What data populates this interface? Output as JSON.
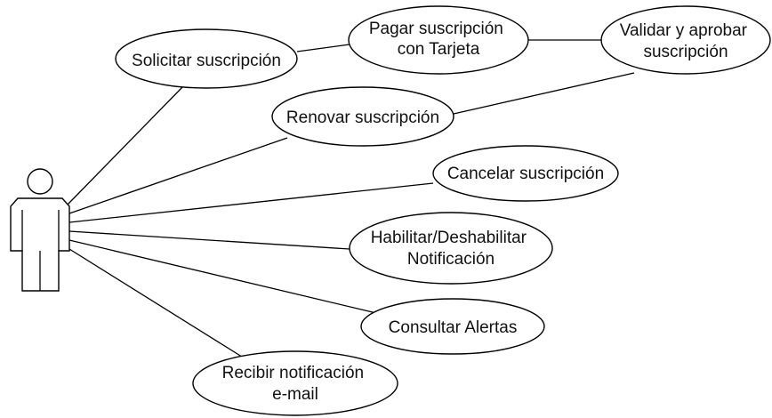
{
  "diagram": {
    "type": "use-case",
    "actor": {
      "label": ""
    },
    "use_cases": [
      {
        "id": "solicitar",
        "lines": [
          "Solicitar suscripción"
        ]
      },
      {
        "id": "pagar",
        "lines": [
          "Pagar suscripción",
          "con Tarjeta"
        ]
      },
      {
        "id": "validar",
        "lines": [
          "Validar y aprobar",
          "suscripción"
        ]
      },
      {
        "id": "renovar",
        "lines": [
          "Renovar suscripción"
        ]
      },
      {
        "id": "cancelar",
        "lines": [
          "Cancelar suscripción"
        ]
      },
      {
        "id": "habilitar",
        "lines": [
          "Habilitar/Deshabilitar",
          "Notificación"
        ]
      },
      {
        "id": "consultar",
        "lines": [
          "Consultar Alertas"
        ]
      },
      {
        "id": "recibir",
        "lines": [
          "Recibir notificación",
          "e-mail"
        ]
      }
    ],
    "associations": [
      {
        "from": "actor",
        "to": "solicitar"
      },
      {
        "from": "actor",
        "to": "renovar"
      },
      {
        "from": "actor",
        "to": "cancelar"
      },
      {
        "from": "actor",
        "to": "habilitar"
      },
      {
        "from": "actor",
        "to": "consultar"
      },
      {
        "from": "actor",
        "to": "recibir"
      },
      {
        "from": "solicitar",
        "to": "pagar"
      },
      {
        "from": "pagar",
        "to": "validar"
      },
      {
        "from": "renovar",
        "to": "validar"
      }
    ]
  }
}
